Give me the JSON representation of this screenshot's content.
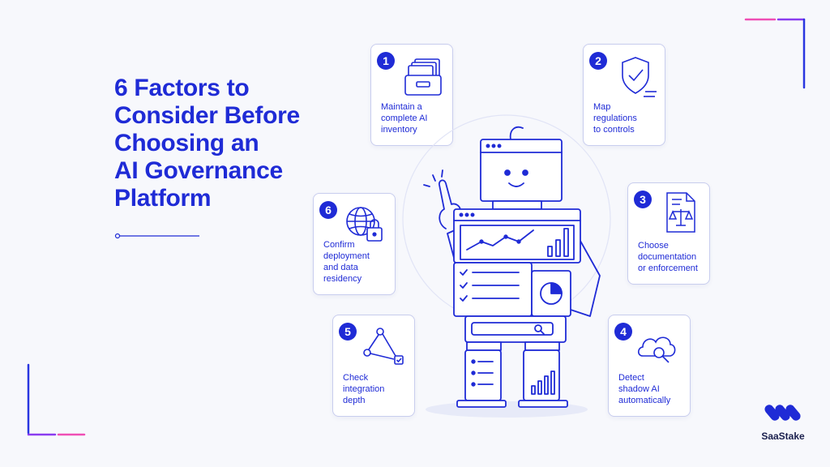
{
  "title_lines": [
    "6 Factors to",
    "Consider Before",
    "Choosing an",
    "AI Governance",
    "Platform"
  ],
  "cards": [
    {
      "number": "1",
      "label": "Maintain a\ncomplete AI\ninventory",
      "icon": "file-drawer-icon"
    },
    {
      "number": "2",
      "label": "Map\nregulations\nto controls",
      "icon": "shield-check-icon"
    },
    {
      "number": "3",
      "label": "Choose\ndocumentation\nor enforcement",
      "icon": "document-scales-icon"
    },
    {
      "number": "4",
      "label": "Detect\nshadow AI\nautomatically",
      "icon": "cloud-search-icon"
    },
    {
      "number": "5",
      "label": "Check\nintegration\ndepth",
      "icon": "network-nodes-icon"
    },
    {
      "number": "6",
      "label": "Confirm\ndeployment\nand data\nresidency",
      "icon": "globe-lock-icon"
    }
  ],
  "brand": {
    "name": "SaaStake"
  },
  "colors": {
    "accent": "#1f2bd6",
    "corner_pink": "#ef4fb5",
    "background": "#f7f8fc"
  }
}
